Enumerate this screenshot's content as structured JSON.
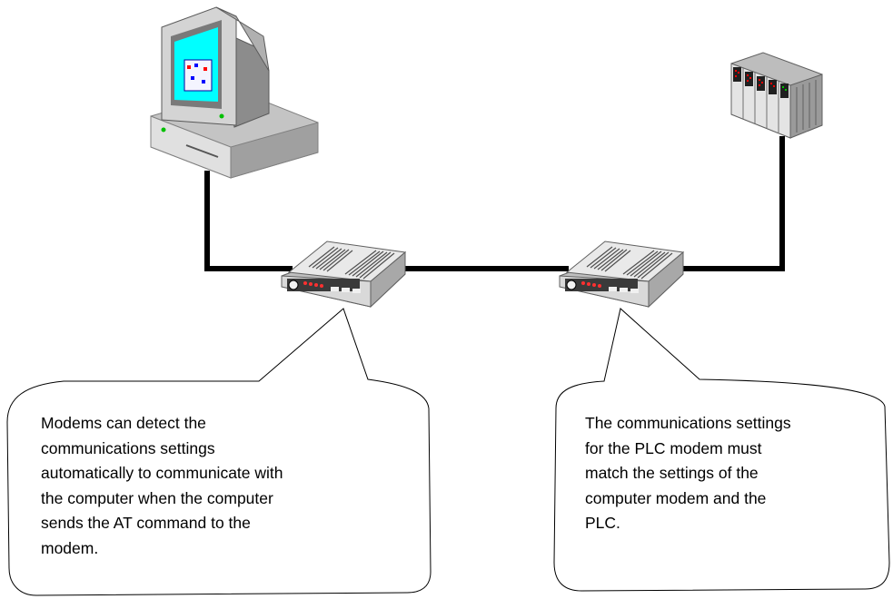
{
  "colors": {
    "cable": "#000000",
    "monitor_body": "#c8c8c8",
    "screen": "#00ffff",
    "plc_body": "#d9d9d9",
    "plc_led": "#ff0000",
    "modem_body": "#e6e6e6"
  },
  "nodes": {
    "computer": {
      "icon": "desktop-computer-icon"
    },
    "modem_left": {
      "icon": "modem-icon"
    },
    "modem_right": {
      "icon": "modem-icon"
    },
    "plc": {
      "icon": "plc-rack-icon"
    }
  },
  "callouts": {
    "left": {
      "lines": [
        "Modems can detect the",
        "communications settings",
        "automatically to communicate with",
        "the computer when the computer",
        "sends the AT command to the",
        "modem."
      ]
    },
    "right": {
      "lines": [
        "The communications settings",
        "for the PLC modem must",
        "match the settings of the",
        "computer modem and the",
        "PLC."
      ]
    }
  }
}
